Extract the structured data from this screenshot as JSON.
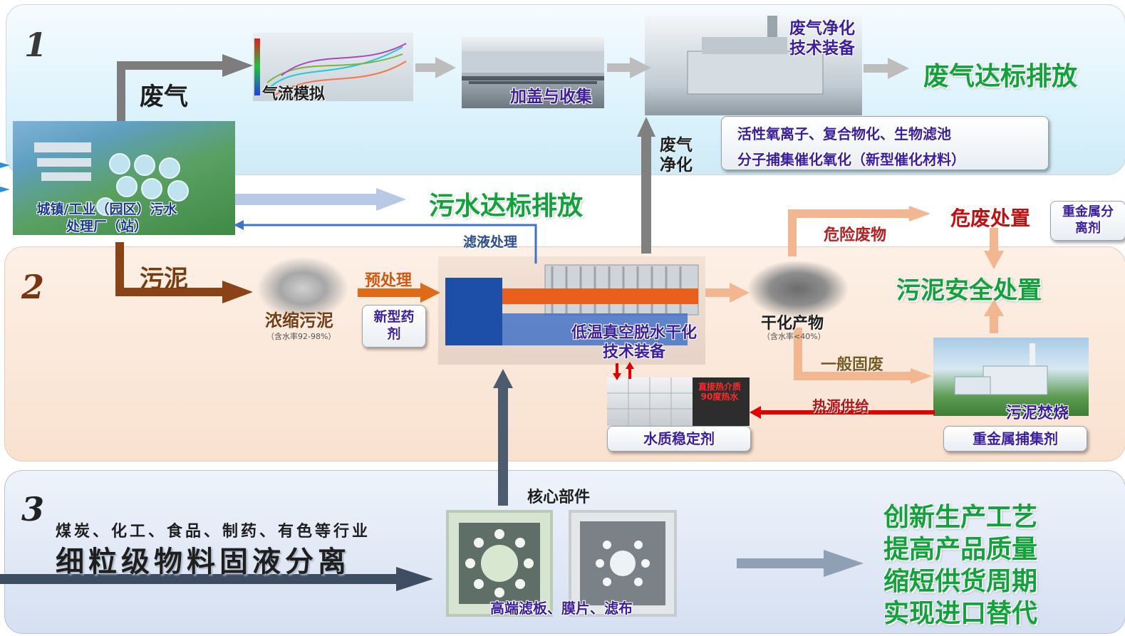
{
  "panels": {
    "p1": "1",
    "p2": "2",
    "p3": "3"
  },
  "plant": {
    "label_line1": "城镇/工业（园区）污水",
    "label_line2": "处理厂（站）"
  },
  "waste_gas": {
    "branch_label": "废气",
    "airflow": "气流模拟",
    "cover": "加盖与收集",
    "equipment_line1": "废气净化",
    "equipment_line2": "技术装备",
    "result": "废气达标排放",
    "tech_line1": "活性氧离子、复合物化、生物滤池",
    "tech_line2": "分子捕集催化氧化（新型催化材料）",
    "purify_line1": "废气",
    "purify_line2": "净化"
  },
  "water": {
    "result": "污水达标排放",
    "filtrate": "滤液处理"
  },
  "sludge": {
    "branch_label": "污泥",
    "concentrated": "浓缩污泥",
    "concentrated_note": "（含水率92-98%）",
    "pretreat": "预处理",
    "agent_line1": "新型药",
    "agent_line2": "剂",
    "machine_line1": "低温真空脱水干化",
    "machine_line2": "技术装备",
    "dried": "干化产物",
    "dried_note": "（含水率<40%）",
    "hazardous": "危险废物",
    "hazard_disposal": "危废处置",
    "heavy_metal_sep_line1": "重金属分",
    "heavy_metal_sep_line2": "离剂",
    "safe_disposal": "污泥安全处置",
    "general_waste": "一般固废",
    "incineration": "污泥焚烧",
    "heavy_metal_capture": "重金属捕集剂",
    "heat_supply": "热源供给",
    "heat_medium_line1": "直接热介质",
    "heat_medium_line2": "90度热水",
    "water_stabilizer": "水质稳定剂"
  },
  "industry": {
    "core_parts": "核心部件",
    "industries": "煤炭、化工、食品、制药、有色等行业",
    "separation": "细粒级物料固液分离",
    "filter_parts": "高端滤板、膜片、滤布",
    "benefit_1": "创新生产工艺",
    "benefit_2": "提高产品质量",
    "benefit_3": "缩短供货周期",
    "benefit_4": "实现进口替代"
  },
  "colors": {
    "green_text": "#12a13a",
    "purple_text": "#3b1f9c",
    "sludge_arrow": "#8a4316",
    "gas_arrow": "#7d7d7d",
    "heat_arrow": "#e00000"
  }
}
